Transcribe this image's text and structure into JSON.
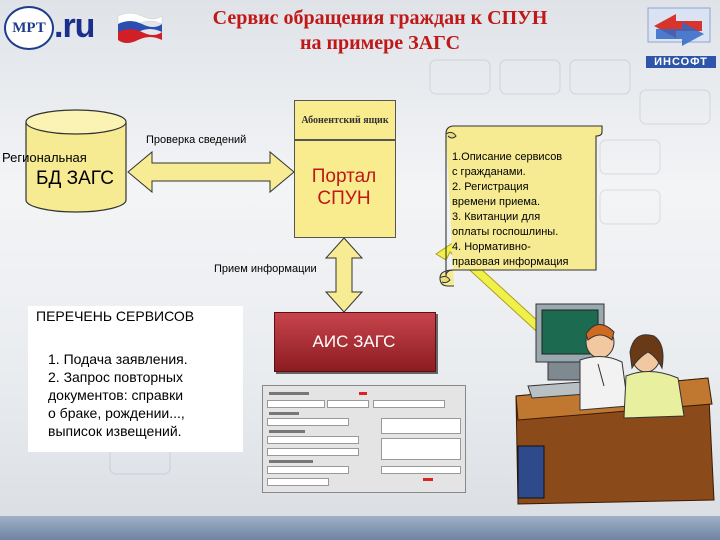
{
  "title": {
    "line1": "Сервис обращения граждан к СПУН",
    "line2": "на примере  ЗАГС"
  },
  "logos": {
    "left": "МРТ",
    "ru": ".ru",
    "right": "ИНСОФТ"
  },
  "colors": {
    "title": "#c01818",
    "box_fill": "#f8ec8f",
    "ais_fill": "#a82a30",
    "arrow_fill": "#f7eb94",
    "pointer_arrow": "#f0f04a"
  },
  "diagram": {
    "database": {
      "label_line1": "Региональная",
      "label_line2": "БД ЗАГС"
    },
    "subscriber_box": {
      "label": "Абонентский ящик"
    },
    "portal": {
      "line1": "Портал",
      "line2": "СПУН"
    },
    "edges": {
      "check": "Проверка сведений",
      "receive": "Прием информации"
    },
    "ais": {
      "label": "АИС ЗАГС"
    },
    "scroll": {
      "lines": [
        "1.Описание сервисов",
        "с гражданами.",
        "2. Регистрация",
        "времени приема.",
        "3. Квитанции для",
        "оплаты госпошлины.",
        "4. Нормативно-",
        "правовая информация"
      ]
    },
    "services": {
      "title": "ПЕРЕЧЕНЬ СЕРВИСОВ",
      "items": [
        "1. Подача заявления.",
        "2. Запрос повторных",
        "документов: справки",
        "о браке, рождении...,",
        "выписок извещений."
      ]
    }
  }
}
